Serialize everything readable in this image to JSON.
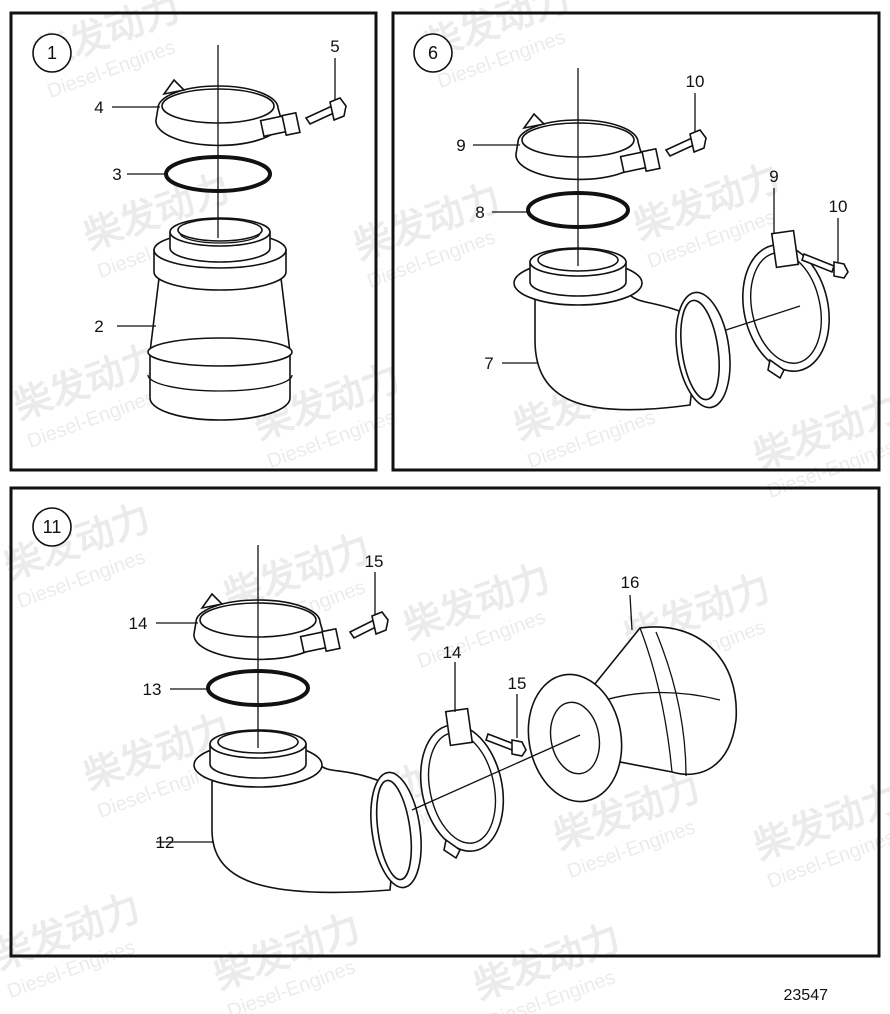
{
  "watermark": {
    "brand": "柴发动力",
    "subtitle": "Diesel-Engines"
  },
  "reference_number": "23547",
  "panels": [
    {
      "callout": "1",
      "labels": [
        "2",
        "3",
        "4",
        "5"
      ]
    },
    {
      "callout": "6",
      "labels": [
        "7",
        "8",
        "9",
        "9",
        "10",
        "10"
      ]
    },
    {
      "callout": "11",
      "labels": [
        "12",
        "13",
        "14",
        "14",
        "15",
        "15",
        "16"
      ]
    }
  ]
}
